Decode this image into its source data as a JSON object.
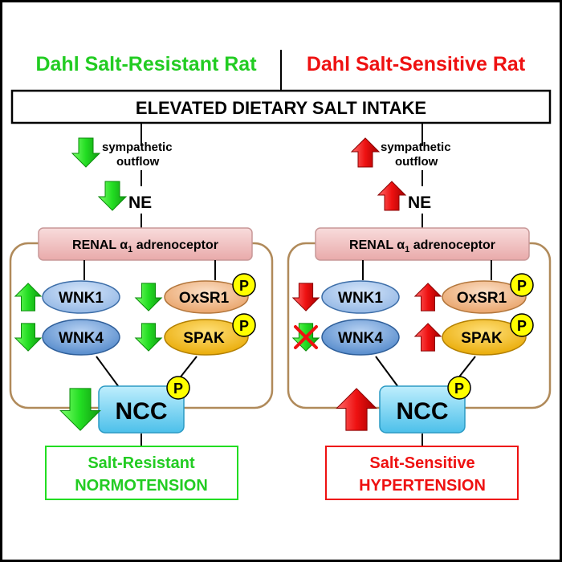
{
  "titles": {
    "left": "Dahl Salt-Resistant Rat",
    "right": "Dahl Salt-Sensitive Rat"
  },
  "intake_box": "ELEVATED DIETARY SALT INTAKE",
  "labels": {
    "sympathetic_line1": "sympathetic",
    "sympathetic_line2": "outflow",
    "ne": "NE",
    "receptor_prefix": "RENAL ",
    "receptor_alpha": "α",
    "receptor_subscript": "1",
    "receptor_suffix": " adrenoceptor",
    "wnk1": "WNK1",
    "wnk4": "WNK4",
    "oxsr1": "OxSR1",
    "spak": "SPAK",
    "ncc": "NCC",
    "phospho": "P"
  },
  "outcomes": {
    "left_line1": "Salt-Resistant",
    "left_line2": "NORMOTENSION",
    "right_line1": "Salt-Sensitive",
    "right_line2": "HYPERTENSION"
  },
  "colors": {
    "green": "#22dd22",
    "red": "#ee1111",
    "receptor_fill": "#f2c4c4",
    "wnk_fill": "#6fa0d8",
    "oxsr1_fill": "#f0b27a",
    "spak_fill": "#f5b800",
    "ncc_fill": "#79d3f0",
    "phospho_fill": "#ffff00",
    "cell_border": "#b08a5a"
  },
  "arrows": {
    "left": {
      "sympathetic": "down",
      "ne": "down",
      "wnk1": "up",
      "oxsr1": "down",
      "wnk4": "down",
      "spak": "down",
      "ncc": "down"
    },
    "right": {
      "sympathetic": "up",
      "ne": "up",
      "wnk1": "down",
      "oxsr1": "up",
      "wnk4": "down-crossed",
      "spak": "up",
      "ncc": "up"
    }
  }
}
